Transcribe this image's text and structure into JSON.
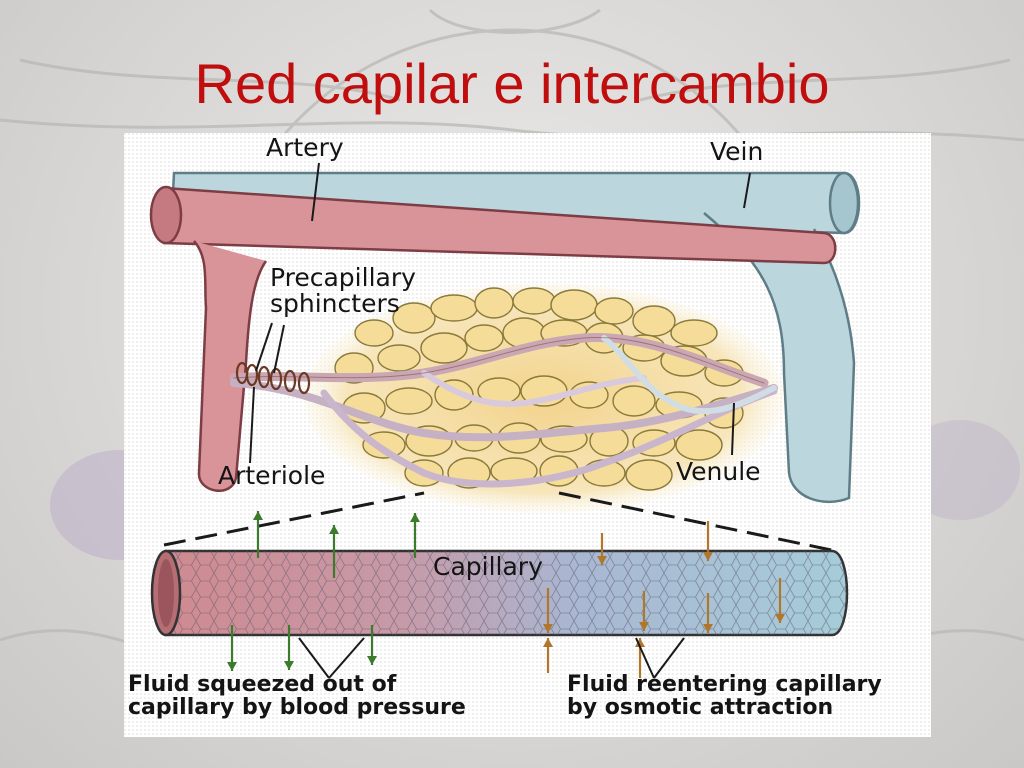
{
  "slide": {
    "title": "Red capilar e intercambio"
  },
  "diagram": {
    "labels": {
      "artery": "Artery",
      "vein": "Vein",
      "precapillary_sphincters": [
        "Precapillary",
        "sphincters"
      ],
      "arteriole": "Arteriole",
      "venule": "Venule",
      "capillary": "Capillary"
    },
    "captions": {
      "fluid_out": [
        "Fluid squeezed out of",
        "capillary by blood pressure"
      ],
      "fluid_in": [
        "Fluid reentering capillary",
        "by osmotic attraction"
      ]
    },
    "colors": {
      "artery": "#d99499",
      "vein": "#bcd6dd",
      "tissue": "#f1d9a0",
      "cell_outline": "#8a7a3a",
      "arrow_out": "#3c7a2c",
      "arrow_in": "#b0762c",
      "title": "#c00d0d"
    }
  }
}
